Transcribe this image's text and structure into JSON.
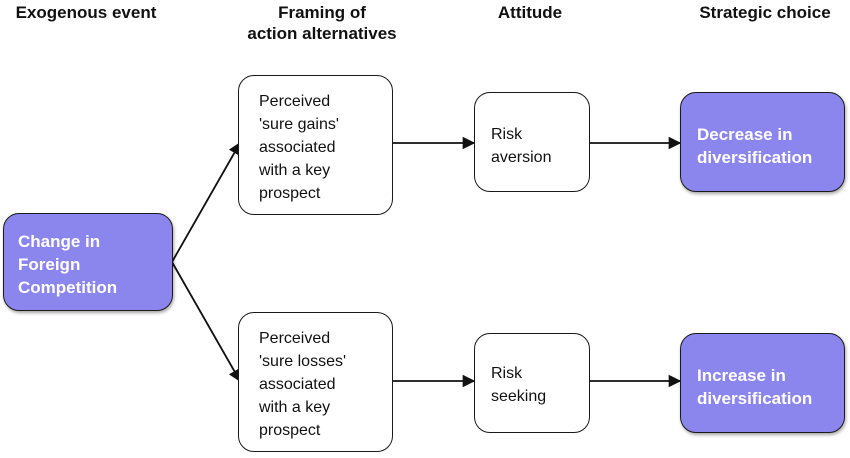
{
  "headers": {
    "exogenous": "Exogenous event",
    "framing": "Framing of\naction alternatives",
    "attitude": "Attitude",
    "strategic": "Strategic choice"
  },
  "nodes": {
    "change": "Change in\nForeign\nCompetition",
    "gains": "Perceived\n'sure gains'\nassociated\nwith a key\nprospect",
    "losses": "Perceived\n'sure losses'\nassociated\nwith a key\nprospect",
    "aversion": "Risk\naversion",
    "seeking": "Risk\nseeking",
    "decrease": "Decrease in\ndiversification",
    "increase": "Increase in\ndiversification"
  },
  "colors": {
    "purple_box": "#8b86ee",
    "border": "#1a1a1a"
  }
}
